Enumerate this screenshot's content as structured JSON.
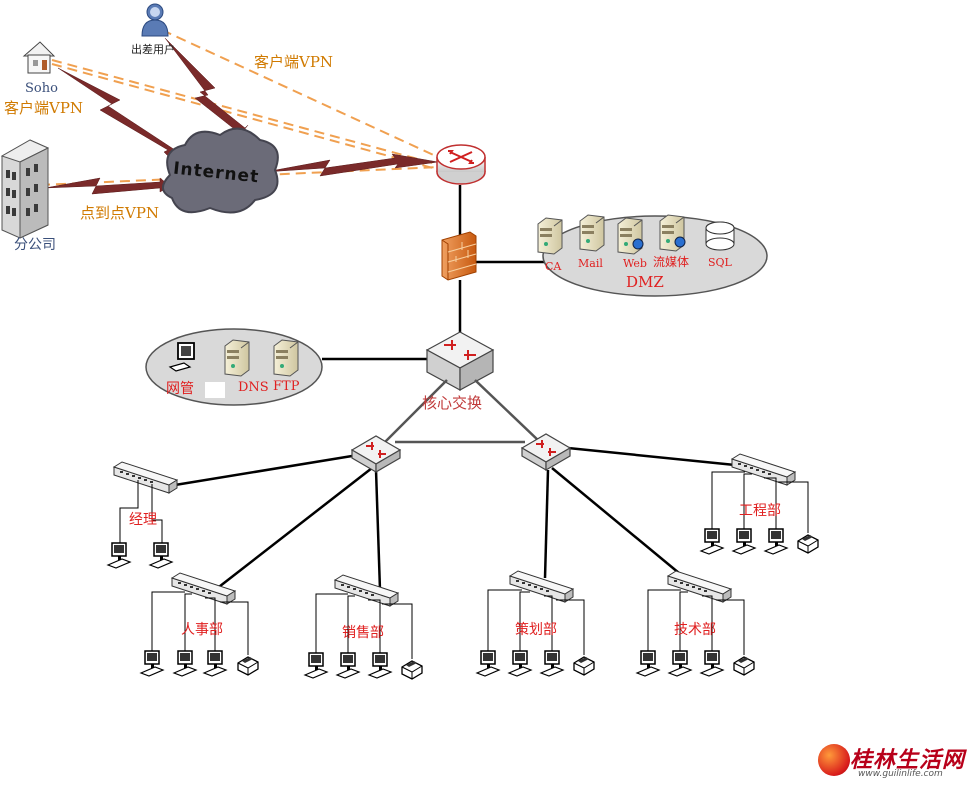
{
  "labels": {
    "travel_user": "出差用户",
    "client_vpn_top": "客户端VPN",
    "soho": "Soho",
    "client_vpn_soho": "客户端VPN",
    "internet": "Internet",
    "branch_office": "分公司",
    "p2p_vpn": "点到点VPN",
    "dmz": "DMZ",
    "ca": "CA",
    "mail": "Mail",
    "web": "Web",
    "streaming": "流媒体",
    "sql": "SQL",
    "netmgmt": "网管",
    "dns": "DNS",
    "ftp": "FTP",
    "core_switch": "核心交换",
    "manager": "经理",
    "engineering": "工程部",
    "hr": "人事部",
    "sales": "销售部",
    "planning": "策划部",
    "tech": "技术部"
  },
  "watermark": {
    "title": "桂林生活网",
    "url": "www.guilinlife.com"
  },
  "colors": {
    "vpn_dashed": "#f0a050",
    "lightning": "#7a2a2a",
    "cloud": "#6b6b78",
    "zone_fill": "#d9d9d9",
    "red_text": "#e02020",
    "orange_text": "#d07a00"
  }
}
